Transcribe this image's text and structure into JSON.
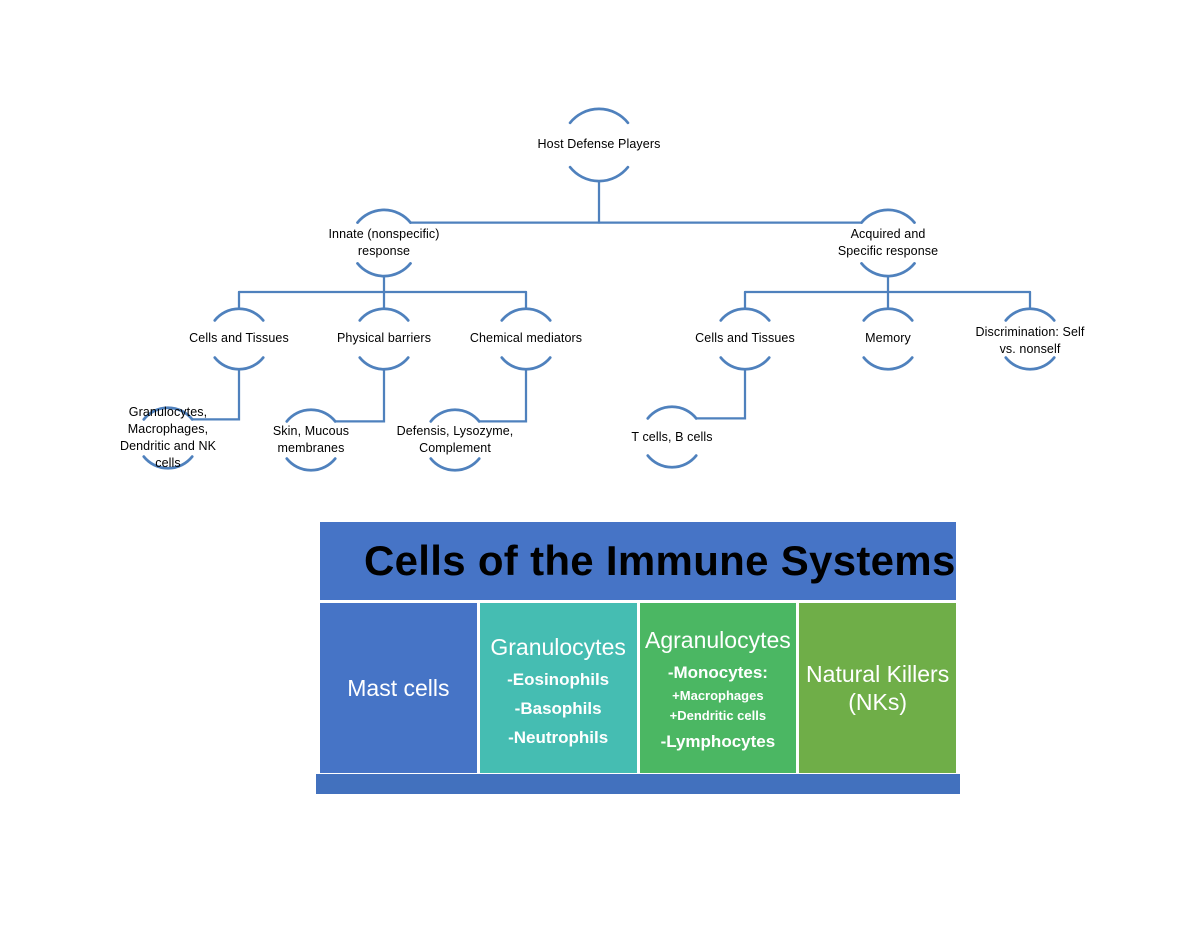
{
  "diagram": {
    "nodes": {
      "host": {
        "label": "Host Defense Players",
        "parent": null
      },
      "innate": {
        "label": "Innate (nonspecific)\nresponse",
        "parent": "host"
      },
      "acquired": {
        "label": "Acquired and\nSpecific response",
        "parent": "host"
      },
      "cells_tissues_innate": {
        "label": "Cells and Tissues",
        "parent": "innate"
      },
      "physical_barriers": {
        "label": "Physical barriers",
        "parent": "innate"
      },
      "chemical_mediators": {
        "label": "Chemical mediators",
        "parent": "innate"
      },
      "cells_tissues_acquired": {
        "label": "Cells and Tissues",
        "parent": "acquired"
      },
      "memory": {
        "label": "Memory",
        "parent": "acquired"
      },
      "discrimination": {
        "label": "Discrimination: Self\nvs. nonself",
        "parent": "acquired"
      },
      "granulocytes_leaf": {
        "label": "Granulocytes,\nMacrophages,\nDendritic and NK\ncells",
        "parent": "cells_tissues_innate"
      },
      "skin": {
        "label": "Skin, Mucous\nmembranes",
        "parent": "physical_barriers"
      },
      "defensis": {
        "label": "Defensis, Lysozyme,\nComplement",
        "parent": "chemical_mediators"
      },
      "t_b_cells": {
        "label": "T cells, B cells",
        "parent": "cells_tissues_acquired"
      }
    }
  },
  "immune_chart": {
    "title": "Cells of the Immune Systems",
    "columns": [
      {
        "heading": "Mast cells",
        "items": []
      },
      {
        "heading": "Granulocytes",
        "items": [
          {
            "text": "-Eosinophils",
            "emphasis": "bold"
          },
          {
            "text": "-Basophils",
            "emphasis": "bold"
          },
          {
            "text": "-Neutrophils",
            "emphasis": "bold"
          }
        ]
      },
      {
        "heading": "Agranulocytes",
        "items": [
          {
            "text": "-Monocytes:",
            "emphasis": "bold"
          },
          {
            "text": "+Macrophages",
            "emphasis": "small"
          },
          {
            "text": "+Dendritic cells",
            "emphasis": "small"
          },
          {
            "text": "-Lymphocytes",
            "emphasis": "bold"
          }
        ]
      },
      {
        "heading": "Natural Killers\n(NKs)",
        "items": []
      }
    ]
  },
  "colors": {
    "connector_blue": "#4F81BD",
    "banner_blue": "#4674C6",
    "mast_blue": "#4674C6",
    "granulocytes_teal": "#45BDB2",
    "agranulocytes_green": "#4BB763",
    "natural_killers_green": "#6FAE48",
    "footer_blue": "#4271BE",
    "title_text": "#000000",
    "column_text": "#FFFFFF"
  }
}
